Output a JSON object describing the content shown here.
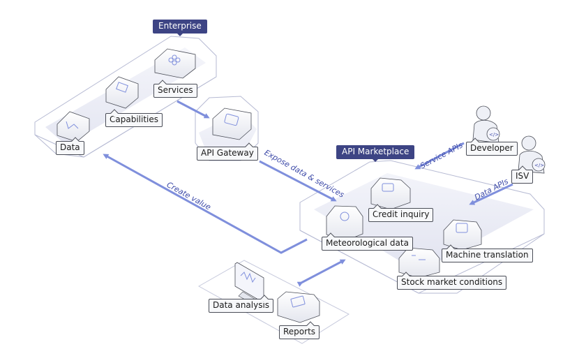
{
  "groups": {
    "enterprise": "Enterprise",
    "api_marketplace": "API Marketplace"
  },
  "enterprise_nodes": [
    "Data",
    "Capabilities",
    "Services"
  ],
  "gateway": "API Gateway",
  "marketplace_nodes": {
    "credit": "Credit inquiry",
    "meteo": "Meteorological data",
    "translation": "Machine translation",
    "stock": "Stock market conditions"
  },
  "consumers": {
    "developer": "Developer",
    "isv": "ISV"
  },
  "outputs": {
    "analysis": "Data analysis",
    "reports": "Reports"
  },
  "flows": {
    "expose": "Expose data & services",
    "create_value": "Create value",
    "service_apis": "Service APIs",
    "data_apis": "Data APIs"
  },
  "colors": {
    "accent": "#3d4484",
    "arrow": "#7f8fdc",
    "flow_text": "#3d4aa8"
  }
}
